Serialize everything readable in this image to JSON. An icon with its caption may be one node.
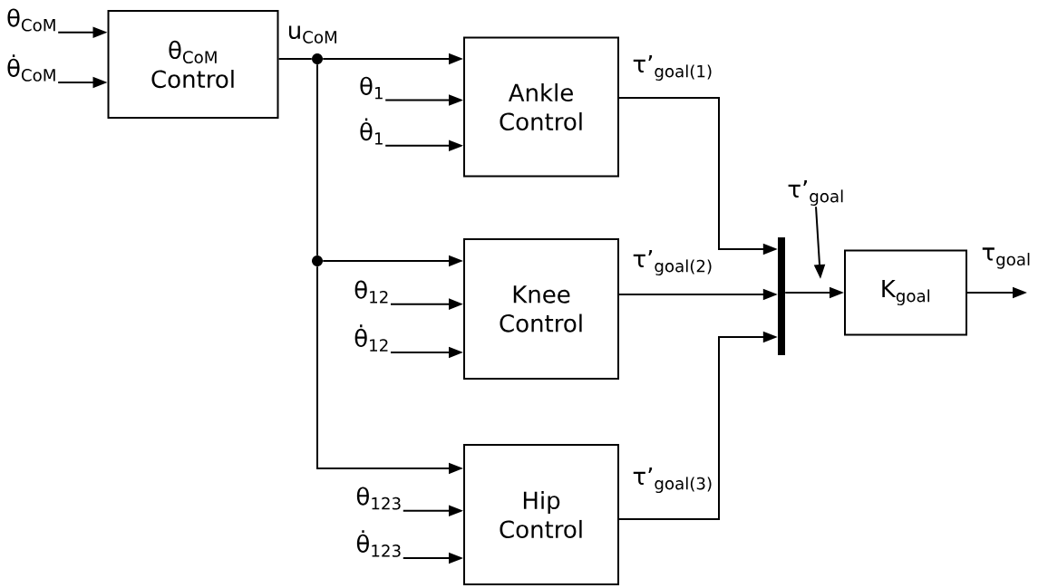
{
  "diagram": {
    "nodes": [
      {
        "text": [
          "θ$_{CoM}$ Control"
        ]
      },
      {
        "text": [
          "Ankle Control"
        ]
      },
      {
        "text": [
          "Knee Control"
        ]
      },
      {
        "text": [
          "Hip Control"
        ]
      },
      {
        "text": [],
        "shape": "bar"
      },
      {
        "text": [
          "K$_{goal}$"
        ]
      },
      {
        "text": [],
        "shape": "circle"
      },
      {
        "text": [],
        "shape": "circle"
      },
      {
        "text": [
          "θ$_{CoM}$"
        ]
      },
      {
        "text": [
          "θ̇$_{CoM}$"
        ]
      },
      {
        "text": [
          "θ$_{1}$"
        ]
      },
      {
        "text": [
          "θ̇$_{1}$"
        ]
      },
      {
        "text": [
          "θ$_{12}$"
        ]
      },
      {
        "text": [
          "θ̇$_{12}$"
        ]
      },
      {
        "text": [
          "θ$_{123}$"
        ]
      },
      {
        "text": [
          "θ̇$_{123}$"
        ]
      },
      {
        "text": [
          "τ’$_{goal}$"
        ]
      }
    ],
    "edges": [
      {
        "from": 8,
        "to": 0,
        "arrow": "to"
      },
      {
        "from": 9,
        "to": 0,
        "arrow": "to"
      },
      {
        "from": 0,
        "to": 6,
        "arrow": "none",
        "label": "u$_{CoM}$"
      },
      {
        "from": 6,
        "to": 1,
        "arrow": "to"
      },
      {
        "from": 6,
        "to": 7,
        "arrow": "none"
      },
      {
        "from": 7,
        "to": 2,
        "arrow": "to"
      },
      {
        "from": 7,
        "to": 3,
        "arrow": "to"
      },
      {
        "from": 10,
        "to": 1,
        "arrow": "to"
      },
      {
        "from": 11,
        "to": 1,
        "arrow": "to"
      },
      {
        "from": 12,
        "to": 2,
        "arrow": "to"
      },
      {
        "from": 13,
        "to": 2,
        "arrow": "to"
      },
      {
        "from": 14,
        "to": 3,
        "arrow": "to"
      },
      {
        "from": 15,
        "to": 3,
        "arrow": "to"
      },
      {
        "from": 1,
        "to": 4,
        "arrow": "to",
        "label": "τ’$_{goal(1)}$"
      },
      {
        "from": 2,
        "to": 4,
        "arrow": "to",
        "label": "τ’$_{goal(2)}$"
      },
      {
        "from": 3,
        "to": 4,
        "arrow": "to",
        "label": "τ’$_{goal(3)}$"
      },
      {
        "from": 4,
        "to": 5,
        "arrow": "to"
      },
      {
        "from": 16,
        "to": null,
        "arrow": "to"
      },
      {
        "from": 5,
        "to": null,
        "arrow": "to",
        "label": "τ$_{goal}$"
      }
    ]
  }
}
